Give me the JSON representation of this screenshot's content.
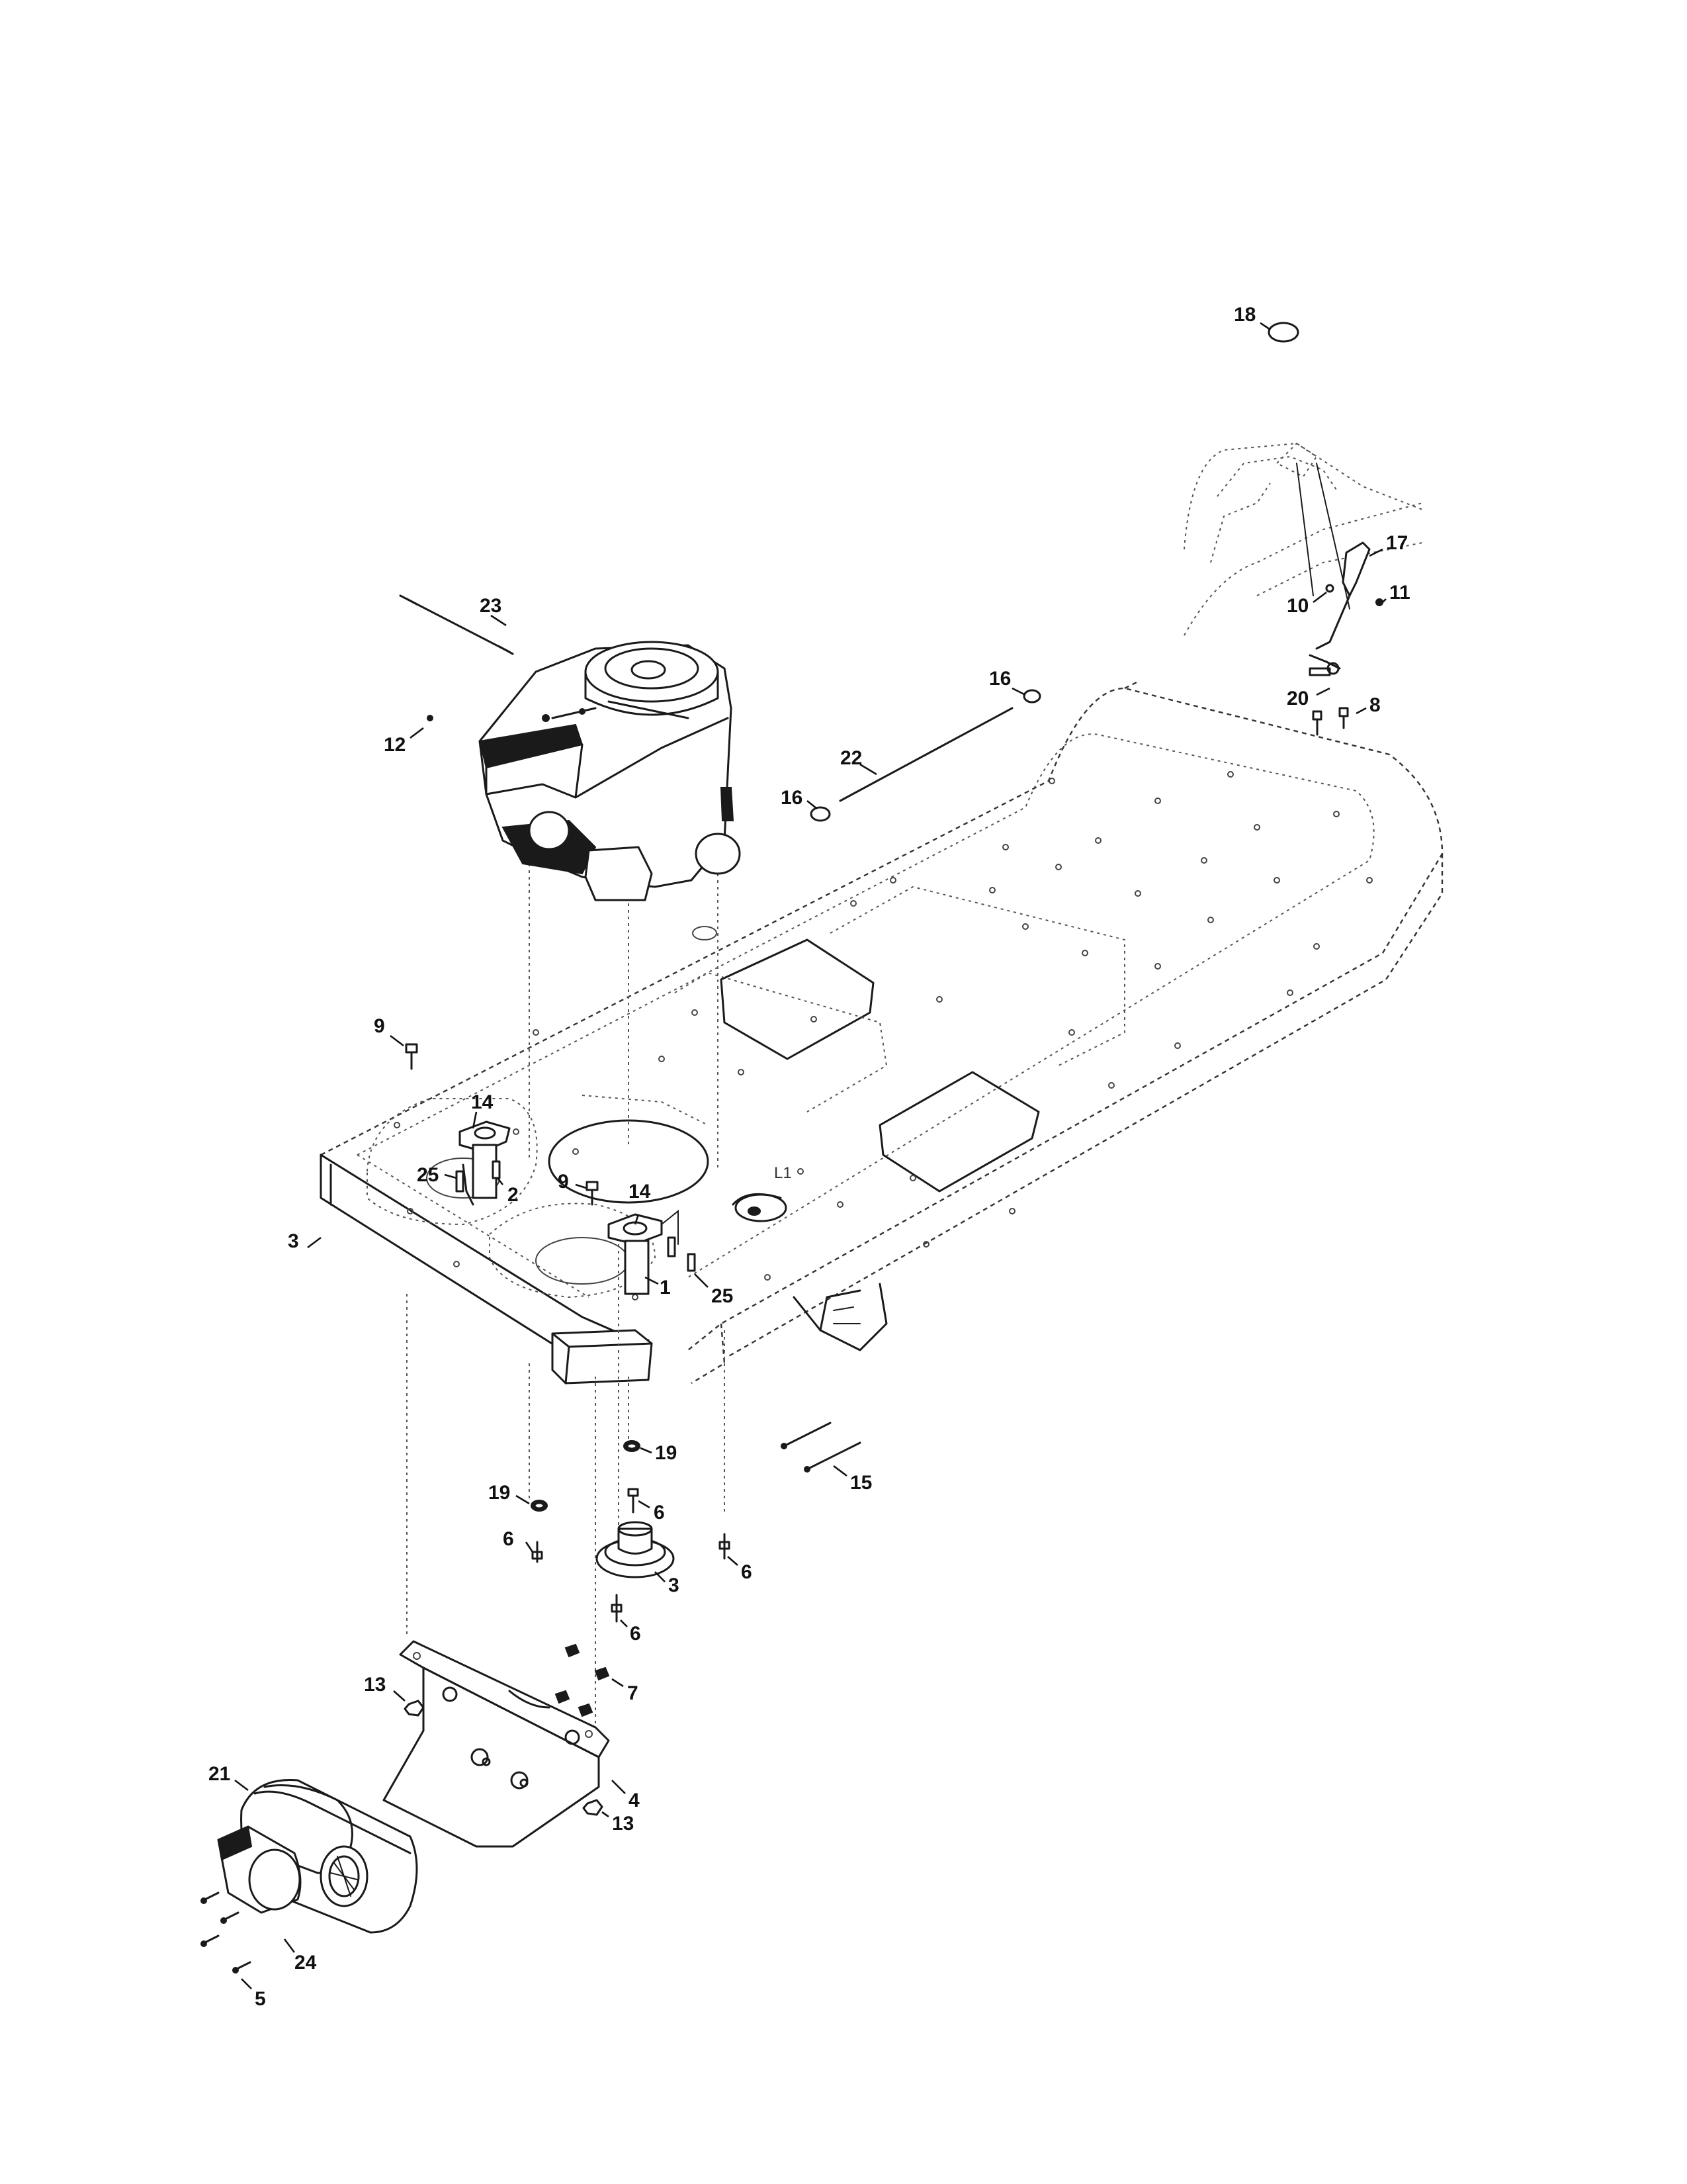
{
  "labels": [
    {
      "id": "l-18",
      "text": "18"
    },
    {
      "id": "l-17",
      "text": "17"
    },
    {
      "id": "l-10",
      "text": "10"
    },
    {
      "id": "l-11",
      "text": "11"
    },
    {
      "id": "l-20",
      "text": "20"
    },
    {
      "id": "l-8",
      "text": "8"
    },
    {
      "id": "l-23",
      "text": "23"
    },
    {
      "id": "l-12",
      "text": "12"
    },
    {
      "id": "l-16a",
      "text": "16"
    },
    {
      "id": "l-22",
      "text": "22"
    },
    {
      "id": "l-16b",
      "text": "16"
    },
    {
      "id": "l-9a",
      "text": "9"
    },
    {
      "id": "l-14a",
      "text": "14"
    },
    {
      "id": "l-25a",
      "text": "25"
    },
    {
      "id": "l-2",
      "text": "2"
    },
    {
      "id": "l-9b",
      "text": "9"
    },
    {
      "id": "l-14b",
      "text": "14"
    },
    {
      "id": "l-3a",
      "text": "3"
    },
    {
      "id": "l-1",
      "text": "1"
    },
    {
      "id": "l-25b",
      "text": "25"
    },
    {
      "id": "l-19a",
      "text": "19"
    },
    {
      "id": "l-15",
      "text": "15"
    },
    {
      "id": "l-19b",
      "text": "19"
    },
    {
      "id": "l-6a",
      "text": "6"
    },
    {
      "id": "l-6b",
      "text": "6"
    },
    {
      "id": "l-3b",
      "text": "3"
    },
    {
      "id": "l-6c",
      "text": "6"
    },
    {
      "id": "l-6d",
      "text": "6"
    },
    {
      "id": "l-13a",
      "text": "13"
    },
    {
      "id": "l-7",
      "text": "7"
    },
    {
      "id": "l-21",
      "text": "21"
    },
    {
      "id": "l-4",
      "text": "4"
    },
    {
      "id": "l-13b",
      "text": "13"
    },
    {
      "id": "l-24",
      "text": "24"
    },
    {
      "id": "l-5",
      "text": "5"
    }
  ]
}
